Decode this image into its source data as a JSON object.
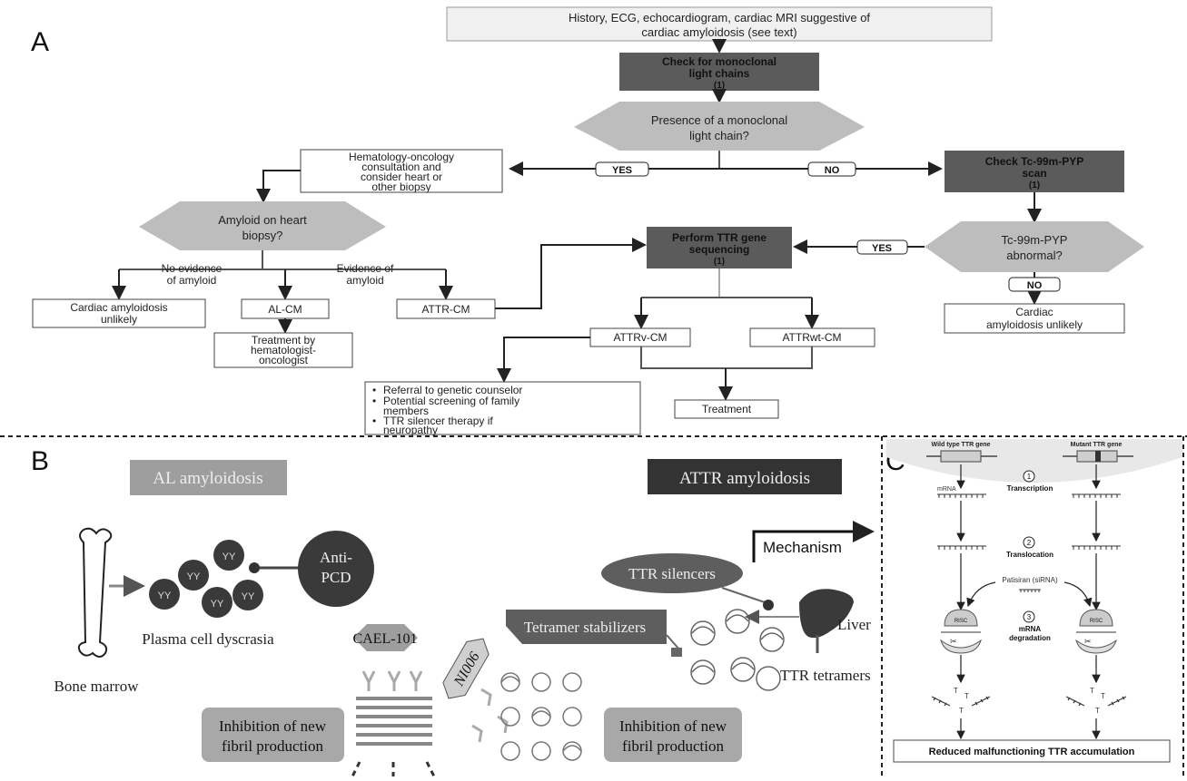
{
  "panels": {
    "a": "A",
    "b": "B",
    "c": "C"
  },
  "flowchart": {
    "start": [
      "History, ECG, echocardiogram, cardiac MRI suggestive of",
      "cardiac amyloidosis (see text)"
    ],
    "check_light_chains": [
      "Check for monoclonal",
      "light chains",
      "(1)"
    ],
    "presence_question": [
      "Presence of a monoclonal",
      "light chain?"
    ],
    "yes": "YES",
    "no": "NO",
    "hem_onc": [
      "Hematology-oncology",
      "consultation and",
      "consider heart or",
      "other biopsy"
    ],
    "check_pyp": [
      "Check Tc-99m-PYP",
      "scan",
      "(1)"
    ],
    "amyloid_question": [
      "Amyloid on heart",
      "biopsy?"
    ],
    "no_evidence": [
      "No evidence",
      "of amyloid"
    ],
    "evidence": [
      "Evidence of",
      "amyloid"
    ],
    "unlikely_left": [
      "Cardiac amyloidosis",
      "unlikely"
    ],
    "al_cm": "AL-CM",
    "attr_cm": "ATTR-CM",
    "treatment_hem": [
      "Treatment by",
      "hematologist-",
      "oncologist"
    ],
    "perform_ttr": [
      "Perform TTR gene",
      "sequencing",
      "(1)"
    ],
    "pyp_question": [
      "Tc-99m-PYP",
      "abnormal?"
    ],
    "unlikely_right": [
      "Cardiac",
      "amyloidosis unlikely"
    ],
    "attrv": "ATTRv-CM",
    "attrwt": "ATTRwt-CM",
    "referral": [
      "Referral to genetic counselor",
      "Potential screening of family",
      "members",
      "TTR silencer therapy if",
      "neuropathy"
    ],
    "treatment": "Treatment"
  },
  "panel_b": {
    "al_title": "AL amyloidosis",
    "attr_title": "ATTR amyloidosis",
    "bone_marrow": "Bone marrow",
    "plasma_cell": "Plasma cell dyscrasia",
    "anti_pcd": [
      "Anti-",
      "PCD"
    ],
    "cael": "CAEL-101",
    "ni006": "NI006",
    "inhibition_left": [
      "Inhibition of new",
      "fibril production"
    ],
    "inhibition_right": [
      "Inhibition of new",
      "fibril production"
    ],
    "tetramer": "Tetramer stabilizers",
    "ttr_silencers": "TTR silencers",
    "liver": "Liver",
    "ttr_tetramers": "TTR tetramers",
    "mechanism": "Mechanism"
  },
  "panel_c": {
    "wild_type": "Wild type TTR gene",
    "mutant": "Mutant TTR gene",
    "mrna": "mRNA",
    "step1": "1",
    "transcription": "Transcription",
    "step2": "2",
    "translocation": "Translocation",
    "patisiran": "Patisiran (siRNA)",
    "risc": "RISC",
    "step3": "3",
    "mrna_degradation": [
      "mRNA",
      "degradation"
    ],
    "result": "Reduced malfunctioning TTR accumulation"
  },
  "colors": {
    "dark_box": "#5b5b5b",
    "hex_grey": "#bdbdbd",
    "circle_dark": "#3a3a3a",
    "label_box": "#9e9e9e"
  }
}
